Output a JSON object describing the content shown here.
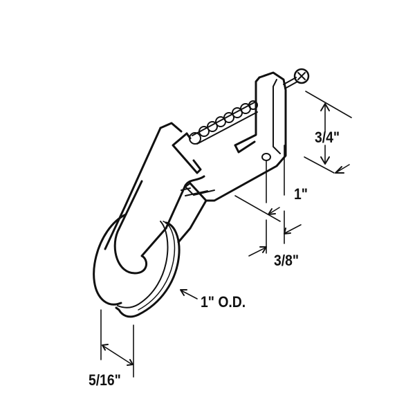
{
  "diagram": {
    "type": "product-dimension-line-drawing",
    "subject": "sliding door roller with adjustable bracket and screw",
    "colors": {
      "line": "#111111",
      "background": "#ffffff"
    },
    "dimensions": {
      "height": "3/4\"",
      "length": "1\"",
      "hole_offset": "3/8\"",
      "wheel_diameter": "1\" O.D.",
      "wheel_width": "5/16\""
    }
  }
}
